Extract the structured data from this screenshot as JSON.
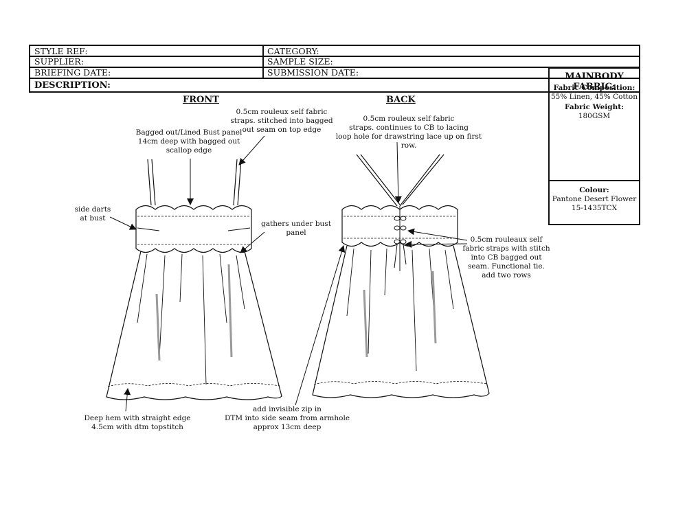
{
  "header": {
    "style_ref": "STYLE REF:",
    "category": "CATEGORY:",
    "supplier": "SUPPLIER:",
    "sample_size": "SAMPLE SIZE:",
    "briefing_date": "BRIEFING DATE:",
    "submission_date": "SUBMISSION DATE:",
    "description": "DESCRIPTION:"
  },
  "fabric": {
    "title": "MAINBODY FABRIC:",
    "composition_label": "Fabric Composition:",
    "composition_value": "55% Linen, 45% Cotton",
    "weight_label": "Fabric Weight:",
    "weight_value": "180GSM",
    "colour_label": "Colour:",
    "colour_line1": "Pantone Desert Flower",
    "colour_line2": "15-1435TCX"
  },
  "views": {
    "front": "FRONT",
    "back": "BACK"
  },
  "notes": {
    "front_straps": [
      "0.5cm rouleux self fabric",
      "straps. stitched into bagged",
      "out seam on top edge"
    ],
    "bust_panel": [
      "Bagged out/Lined Bust panel",
      "14cm deep with bagged out",
      "scallop edge"
    ],
    "side_darts": [
      "side darts",
      "at bust"
    ],
    "gathers": [
      "gathers under bust",
      "panel"
    ],
    "hem": [
      "Deep hem with straight edge",
      "4.5cm with dtm topstitch"
    ],
    "zip": [
      "add invisible zip in",
      "DTM into side seam from armhole",
      "approx 13cm deep"
    ],
    "back_straps": [
      "0.5cm rouleux self fabric",
      "straps. continues to CB to lacing",
      "loop hole for drawstring lace up on first row."
    ],
    "back_ties": [
      "0.5cm rouleaux self",
      "fabric straps with stitch",
      "into CB bagged out",
      "seam. Functional tie.",
      "add two rows"
    ]
  }
}
